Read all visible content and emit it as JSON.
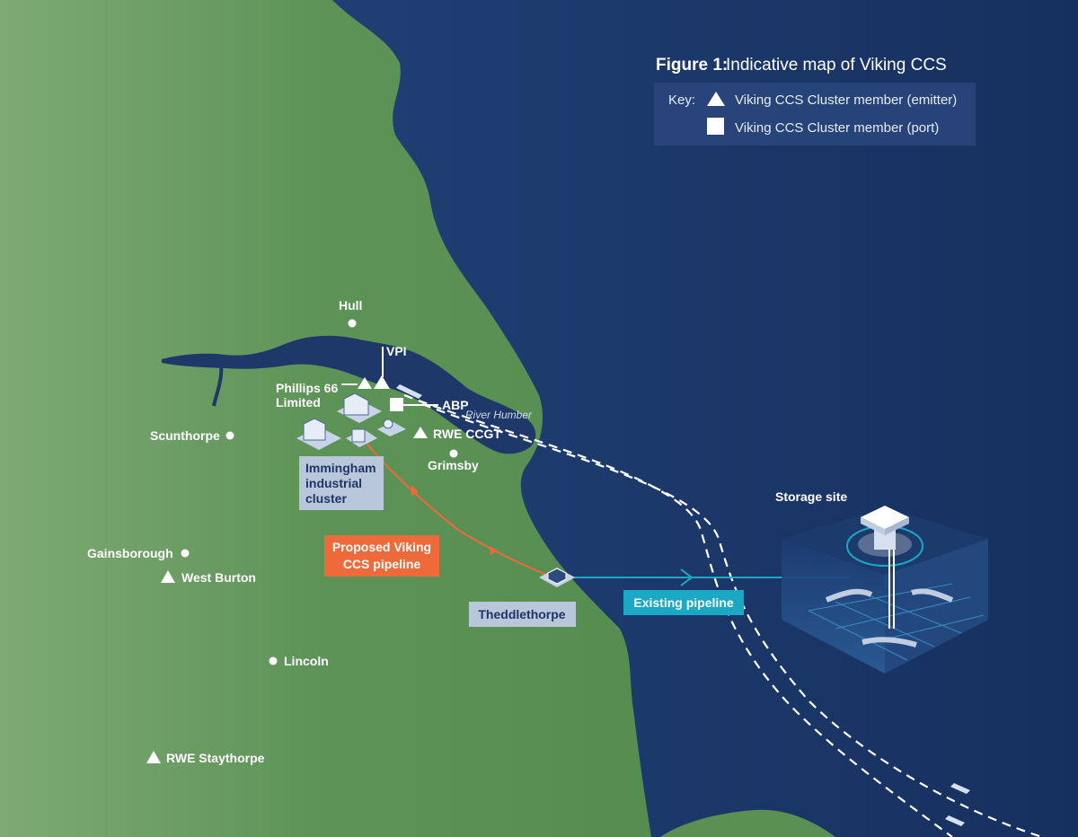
{
  "figure": {
    "title_bold": "Figure 1:",
    "title_text": "Indicative map of Viking CCS"
  },
  "key": {
    "label": "Key:",
    "emitter": "Viking CCS Cluster member (emitter)",
    "port": "Viking CCS Cluster member (port)"
  },
  "places": {
    "hull": "Hull",
    "scunthorpe": "Scunthorpe",
    "grimsby": "Grimsby",
    "gainsborough": "Gainsborough",
    "lincoln": "Lincoln"
  },
  "members": {
    "vpi": "VPI",
    "phillips_1": "Phillips 66",
    "phillips_2": "Limited",
    "abp": "ABP",
    "rwe_ccgt": "RWE CCGT",
    "west_burton": "West Burton",
    "rwe_staythorpe": "RWE Staythorpe"
  },
  "features": {
    "river": "River Humber",
    "immingham_1": "Immingham",
    "immingham_2": "industrial",
    "immingham_3": "cluster",
    "pipeline_1": "Proposed Viking",
    "pipeline_2": "CCS pipeline",
    "theddlethorpe": "Theddlethorpe",
    "existing_pipeline": "Existing pipeline",
    "storage_site": "Storage site"
  },
  "colors": {
    "land": "#5e9458",
    "sea": "#1b3566",
    "proposed_pipeline": "#ef6a3a",
    "existing_pipeline": "#1aa8c4",
    "label_box": "#b9c7da"
  }
}
